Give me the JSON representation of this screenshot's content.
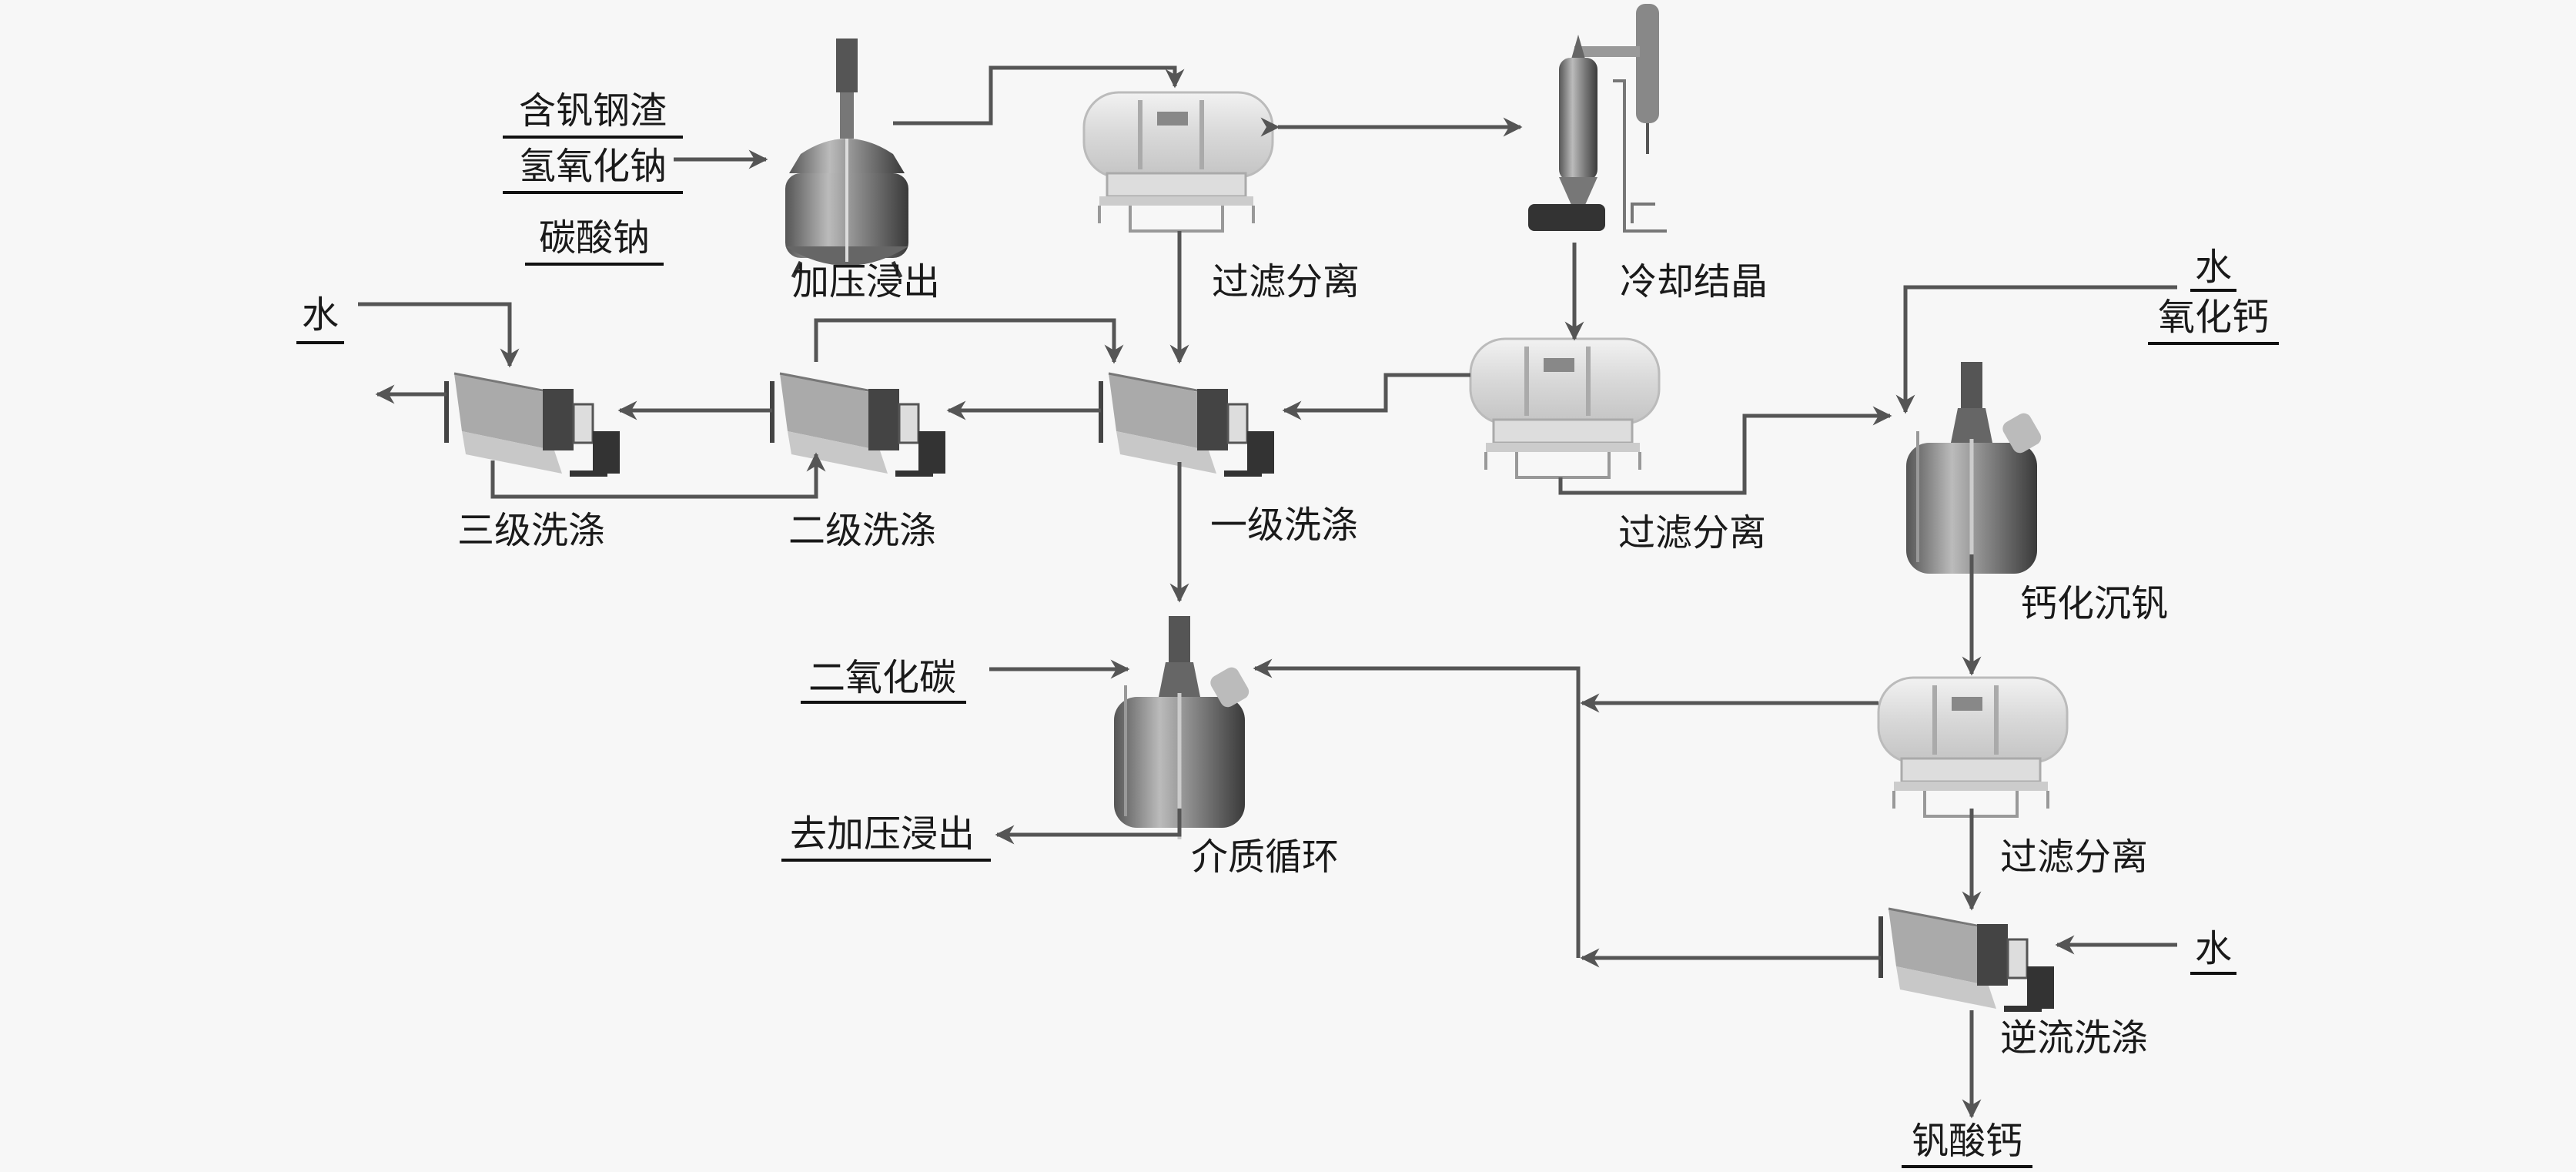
{
  "inputs": {
    "feed1": "含钒钢渣",
    "feed2": "氢氧化钠",
    "feed3": "碳酸钠",
    "water_wash": "水",
    "water_calc": "水",
    "calcium_oxide": "氧化钙",
    "co2": "二氧化碳",
    "water_counter": "水"
  },
  "steps": {
    "pressure_leach": "加压浸出",
    "filter1": "过滤分离",
    "cooling_crystal": "冷却结晶",
    "filter2": "过滤分离",
    "wash1": "一级洗涤",
    "wash2": "二级洗涤",
    "wash3": "三级洗涤",
    "calcification": "钙化沉钒",
    "filter3": "过滤分离",
    "counter_wash": "逆流洗涤",
    "medium_cycle": "介质循环"
  },
  "outputs": {
    "to_leach": "去加压浸出",
    "product": "钒酸钙"
  },
  "colors": {
    "line": "#555555",
    "background": "#f7f7f7"
  }
}
